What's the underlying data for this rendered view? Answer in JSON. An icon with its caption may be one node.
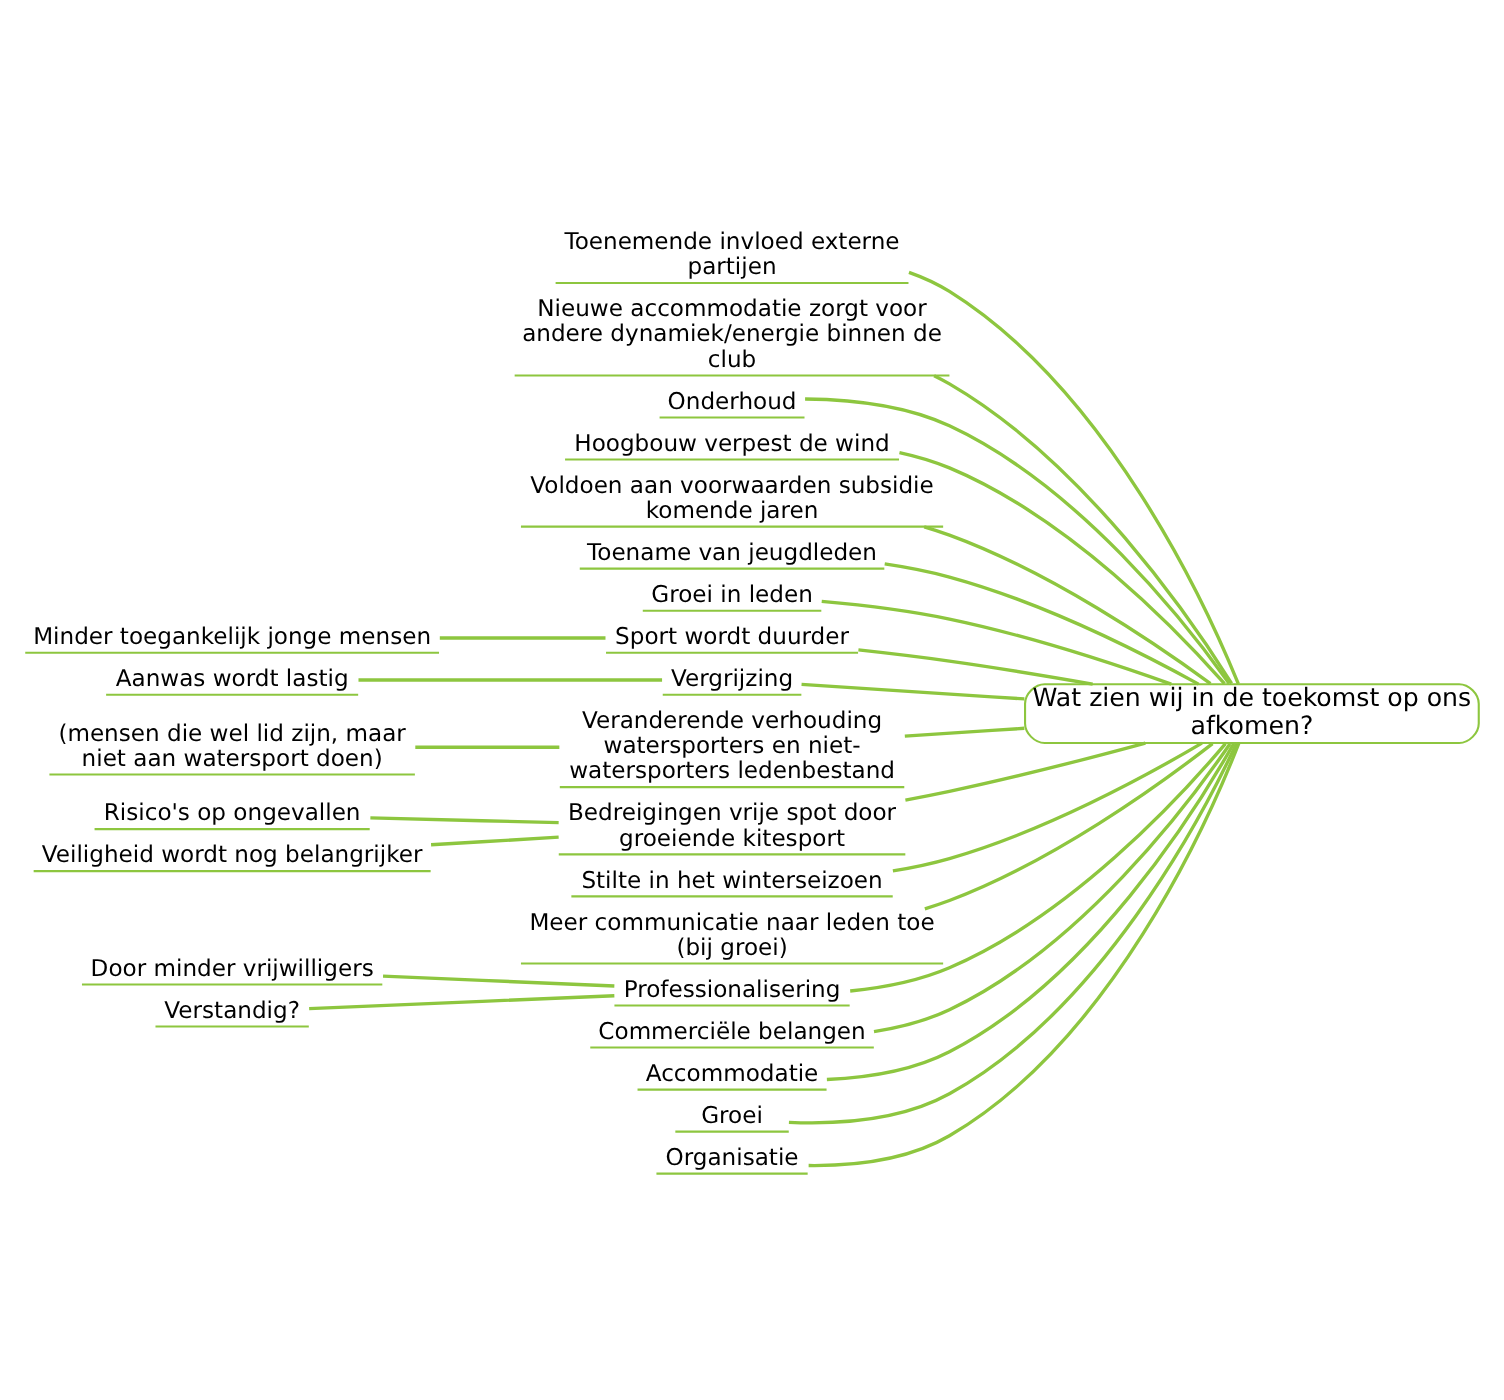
{
  "diagram": {
    "nodes": [
      {
        "text": [
          "Wat zien wij in de toekomst op ons afkomen?"
        ]
      },
      {
        "text": [
          "Toenemende invloed externe partijen"
        ]
      },
      {
        "text": [
          "Nieuwe accommodatie zorgt voor andere dynamiek/energie binnen de club"
        ]
      },
      {
        "text": [
          "Onderhoud"
        ]
      },
      {
        "text": [
          "Hoogbouw verpest de wind"
        ]
      },
      {
        "text": [
          "Voldoen aan voorwaarden subsidie komende jaren"
        ]
      },
      {
        "text": [
          "Toename van jeugdleden"
        ]
      },
      {
        "text": [
          "Groei in leden"
        ]
      },
      {
        "text": [
          "Sport wordt duurder"
        ]
      },
      {
        "text": [
          "Minder toegankelijk jonge mensen"
        ]
      },
      {
        "text": [
          "Vergrijzing"
        ]
      },
      {
        "text": [
          "Aanwas wordt lastig"
        ]
      },
      {
        "text": [
          "Veranderende verhouding watersporters en niet-watersporters ledenbestand"
        ]
      },
      {
        "text": [
          "(mensen die wel lid zijn, maar niet aan watersport doen)"
        ]
      },
      {
        "text": [
          "Bedreigingen vrije spot door groeiende kitesport"
        ]
      },
      {
        "text": [
          "Risico's op ongevallen"
        ]
      },
      {
        "text": [
          "Veiligheid wordt nog belangrijker"
        ]
      },
      {
        "text": [
          "Stilte in het winterseizoen"
        ]
      },
      {
        "text": [
          "Meer communicatie naar leden toe (bij groei)"
        ]
      },
      {
        "text": [
          "Professionalisering"
        ]
      },
      {
        "text": [
          "Door minder vrijwilligers"
        ]
      },
      {
        "text": [
          "Verstandig?"
        ]
      },
      {
        "text": [
          "Commerciële belangen"
        ]
      },
      {
        "text": [
          "Accommodatie"
        ]
      },
      {
        "text": [
          "Groei"
        ]
      },
      {
        "text": [
          "Organisatie"
        ]
      }
    ],
    "edges": [
      {
        "from": 0,
        "to": 1,
        "arrow": "none"
      },
      {
        "from": 0,
        "to": 2,
        "arrow": "none"
      },
      {
        "from": 0,
        "to": 3,
        "arrow": "none"
      },
      {
        "from": 0,
        "to": 4,
        "arrow": "none"
      },
      {
        "from": 0,
        "to": 5,
        "arrow": "none"
      },
      {
        "from": 0,
        "to": 6,
        "arrow": "none"
      },
      {
        "from": 0,
        "to": 7,
        "arrow": "none"
      },
      {
        "from": 0,
        "to": 8,
        "arrow": "none"
      },
      {
        "from": 8,
        "to": 9,
        "arrow": "none"
      },
      {
        "from": 0,
        "to": 10,
        "arrow": "none"
      },
      {
        "from": 10,
        "to": 11,
        "arrow": "none"
      },
      {
        "from": 0,
        "to": 12,
        "arrow": "none"
      },
      {
        "from": 12,
        "to": 13,
        "arrow": "none"
      },
      {
        "from": 0,
        "to": 14,
        "arrow": "none"
      },
      {
        "from": 14,
        "to": 15,
        "arrow": "none"
      },
      {
        "from": 14,
        "to": 16,
        "arrow": "none"
      },
      {
        "from": 0,
        "to": 17,
        "arrow": "none"
      },
      {
        "from": 0,
        "to": 18,
        "arrow": "none"
      },
      {
        "from": 0,
        "to": 19,
        "arrow": "none"
      },
      {
        "from": 19,
        "to": 20,
        "arrow": "none"
      },
      {
        "from": 19,
        "to": 21,
        "arrow": "none"
      },
      {
        "from": 0,
        "to": 22,
        "arrow": "none"
      },
      {
        "from": 0,
        "to": 23,
        "arrow": "none"
      },
      {
        "from": 0,
        "to": 24,
        "arrow": "none"
      },
      {
        "from": 0,
        "to": 25,
        "arrow": "none"
      }
    ]
  }
}
